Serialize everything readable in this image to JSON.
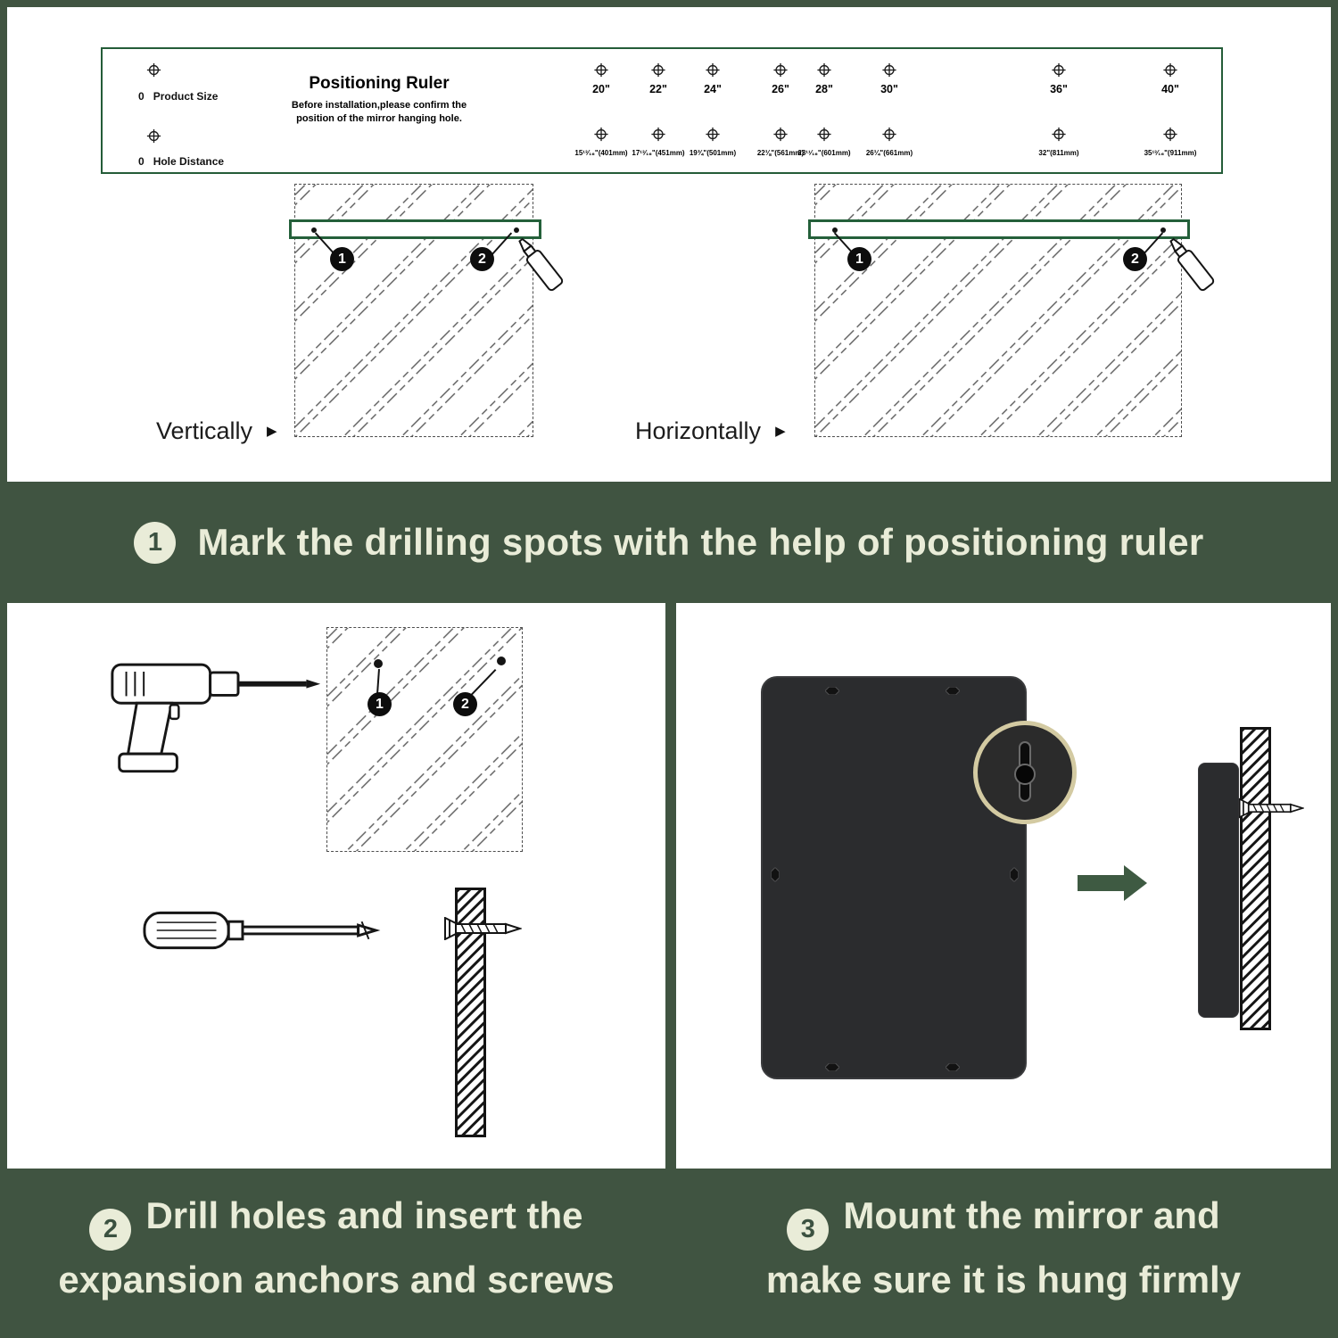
{
  "colors": {
    "background": "#405441",
    "panel": "#ffffff",
    "ruler_green": "#245c38",
    "cream": "#e9ecd8",
    "mirror_dark": "#2b2c2e",
    "arrow_green": "#3e5a42"
  },
  "icons": {
    "triangle": "▶",
    "crosshair": "⊕"
  },
  "ruler": {
    "title": "Positioning Ruler",
    "subtitle1": "Before installation,please confirm the",
    "subtitle2": "position of the mirror hanging hole.",
    "zero": "0",
    "product_size_label": "Product Size",
    "hole_distance_label": "Hole Distance",
    "columns": [
      {
        "size": "20\"",
        "distance": "15¹³⁄₁₆\"(401mm)"
      },
      {
        "size": "22\"",
        "distance": "17¹³⁄₁₆\"(451mm)"
      },
      {
        "size": "24\"",
        "distance": "19¾\"(501mm)"
      },
      {
        "size": "26\"",
        "distance": "22⅛\"(561mm)"
      },
      {
        "size": "28\"",
        "distance": "23¹¹⁄₁₆\"(601mm)"
      },
      {
        "size": "30\"",
        "distance": "26¼\"(661mm)"
      },
      {
        "size": "36\"",
        "distance": "32\"(811mm)"
      },
      {
        "size": "40\"",
        "distance": "35¹³⁄₁₆\"(911mm)"
      }
    ]
  },
  "labels": {
    "vertically": "Vertically",
    "horizontally": "Horizontally"
  },
  "markers": {
    "one": "1",
    "two": "2"
  },
  "steps": {
    "one": {
      "num": "1",
      "text": "Mark the drilling spots with the help of positioning ruler"
    },
    "two": {
      "num": "2",
      "line1": "Drill holes and insert the",
      "line2": "expansion anchors and screws"
    },
    "three": {
      "num": "3",
      "line1": "Mount the mirror and",
      "line2": "make sure it is hung firmly"
    }
  }
}
